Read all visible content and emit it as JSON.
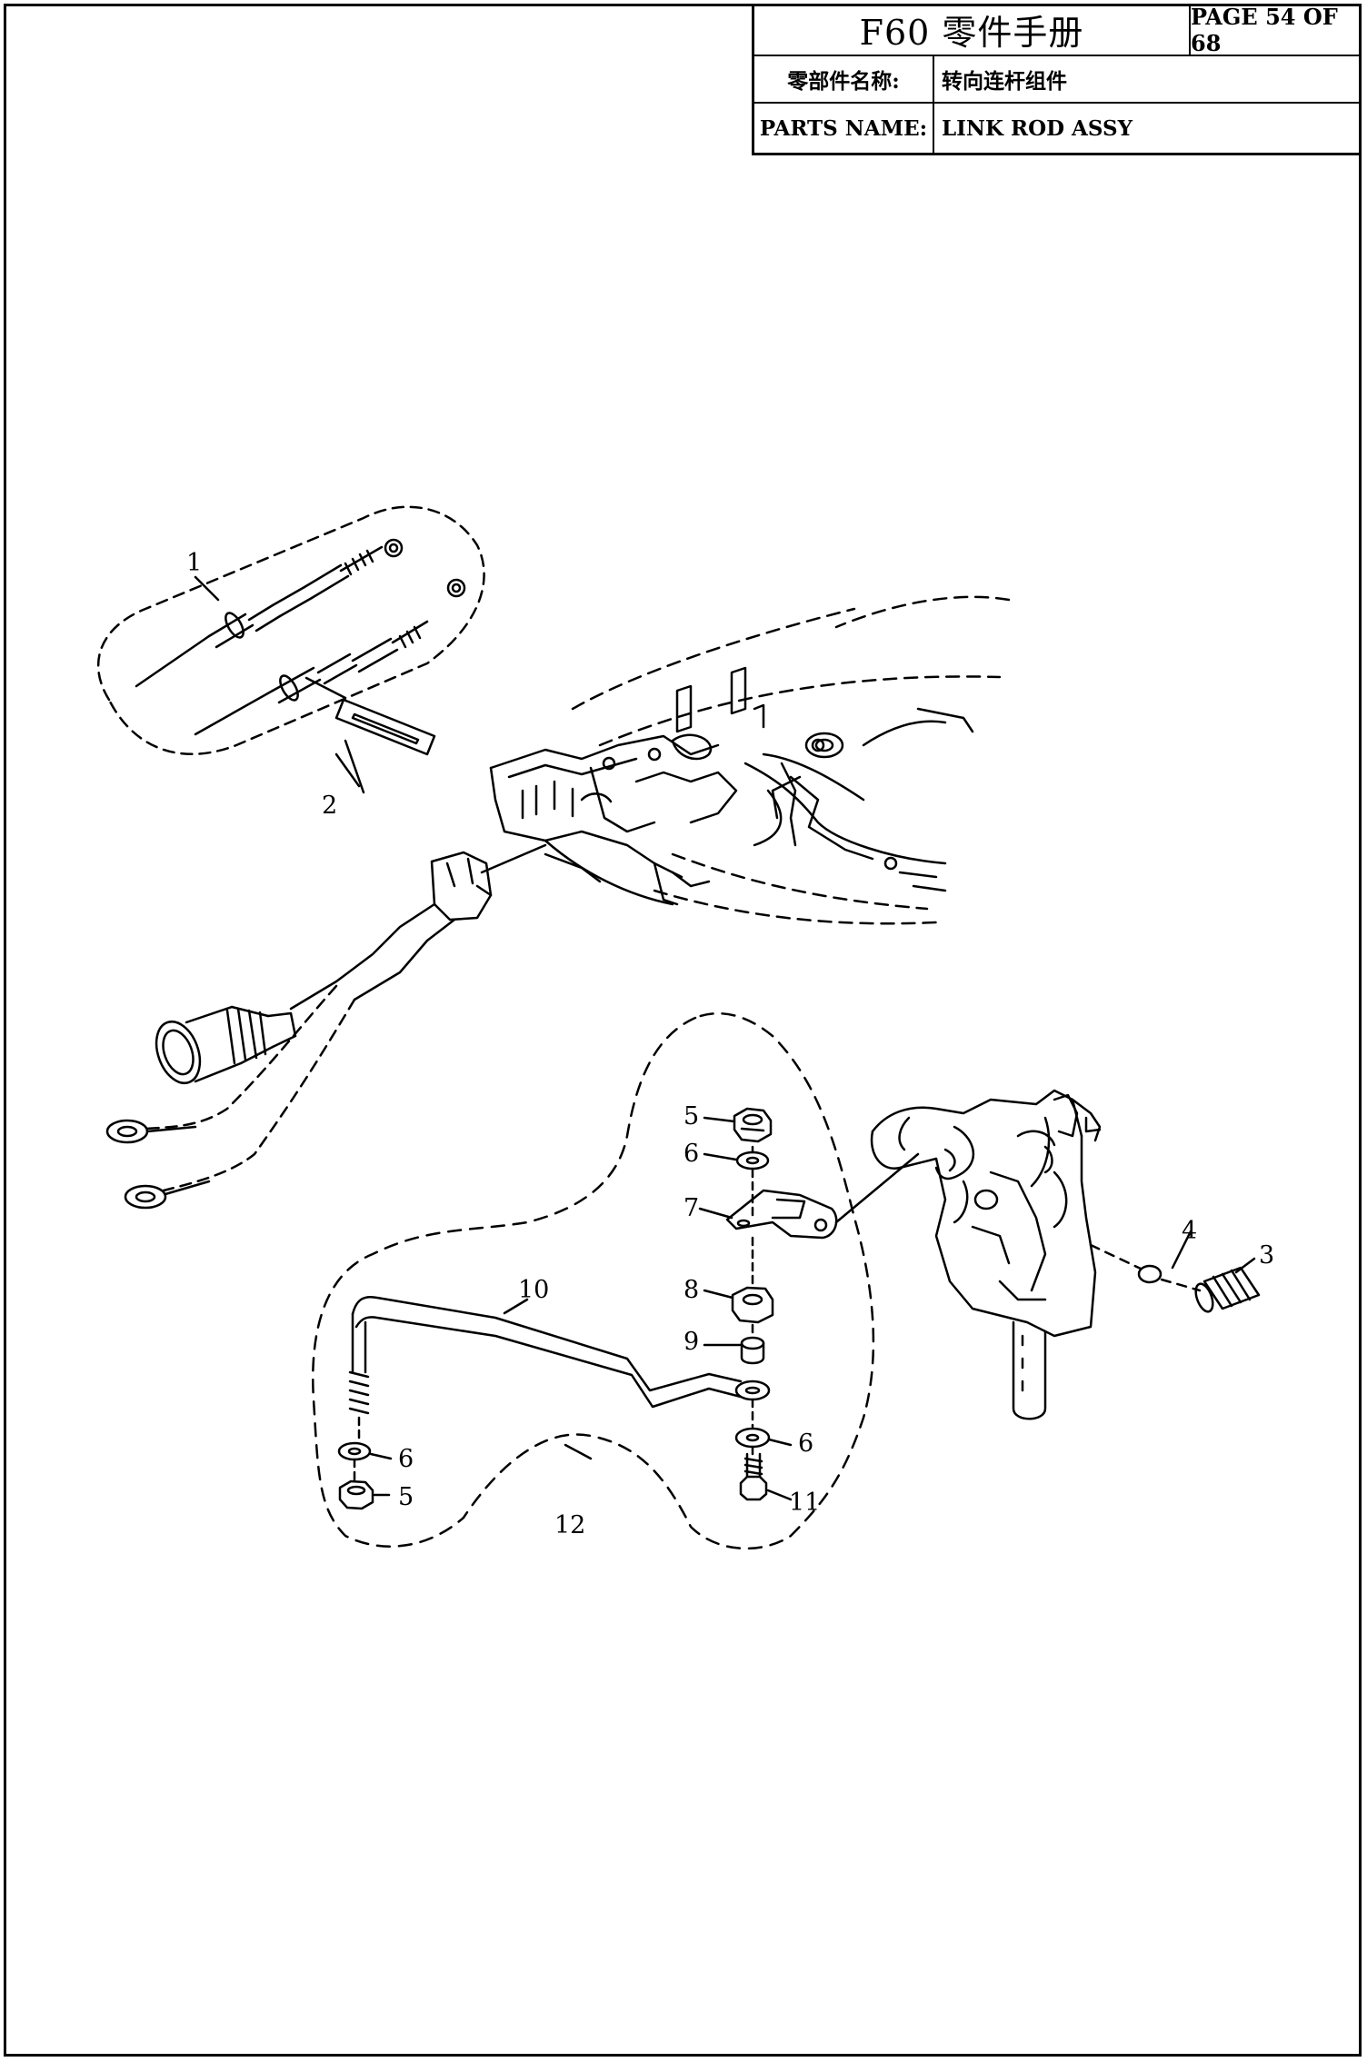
{
  "title_block": {
    "document_title": "F60 零件手册",
    "page_label": "PAGE 54 OF 68",
    "cn_name_label": "零部件名称:",
    "cn_name_value": "转向连杆组件",
    "parts_name_label": "PARTS NAME:",
    "parts_name_value": "LINK ROD ASSY"
  },
  "callouts": {
    "c1": "1",
    "c2": "2",
    "c3": "3",
    "c4": "4",
    "c5a": "5",
    "c5b": "5",
    "c6a": "6",
    "c6b": "6",
    "c6c": "6",
    "c7": "7",
    "c8": "8",
    "c9": "9",
    "c10": "10",
    "c11": "11",
    "c12": "12"
  }
}
